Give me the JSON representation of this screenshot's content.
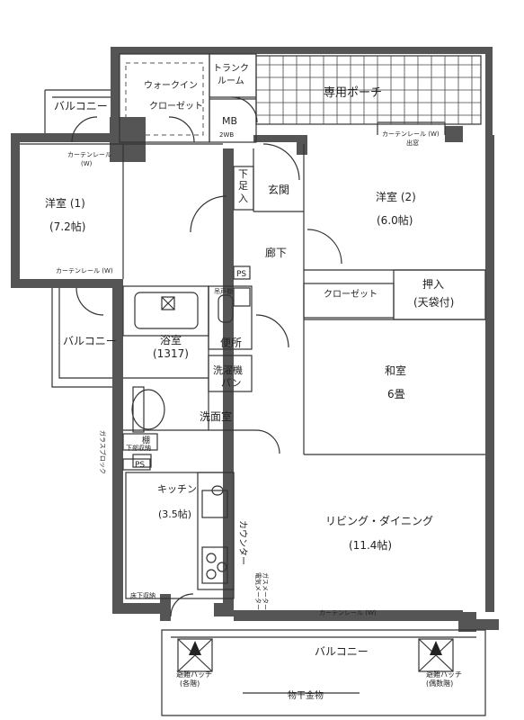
{
  "rooms": {
    "balcony_nw": "バルコニー",
    "walkin": [
      "ウォークイン",
      "クローゼット"
    ],
    "trunk": [
      "トランク",
      "ルーム"
    ],
    "mb": "MB",
    "porch": "専用ポーチ",
    "western1": [
      "洋室 (1)",
      "(7.2帖)"
    ],
    "shoebox": [
      "下",
      "足",
      "入"
    ],
    "entrance": "玄関",
    "western2": [
      "洋室 (2)",
      "(6.0帖)"
    ],
    "hallway": "廊下",
    "closet": "クローゼット",
    "oshiire": [
      "押入",
      "(天袋付)"
    ],
    "balcony_w": "バルコニー",
    "bath": [
      "浴室",
      "(1317)"
    ],
    "toilet": "便所",
    "washer": [
      "洗濯機",
      "パン"
    ],
    "washroom": "洗面室",
    "washitsu": [
      "和室",
      "6畳"
    ],
    "kitchen": [
      "キッチン",
      "(3.5帖)"
    ],
    "counter": "カウンター",
    "living": [
      "リビング・ダイニング",
      "(11.4帖)"
    ],
    "balcony_s": "バルコニー",
    "laundry": "物干金物"
  },
  "small_labels": {
    "curtain_rail_w": "カーテンレール (W)",
    "curtain_w1": "カーテンレール",
    "w1": "(W)",
    "curtain_w1b": "カーテンレール (W)",
    "curtain_w2": "カーテンレール (W)",
    "demado": "出窓",
    "ps1": "PS",
    "ps2": "PS",
    "glass_block": "ガラスブロック",
    "shelf1": "棚",
    "shelf2": "下部収納",
    "shelf3": "吊戸棚",
    "hatch1": [
      "避難ハッチ",
      "(各階)"
    ],
    "hatch2": [
      "避難ハッチ",
      "(偶数階)"
    ],
    "floor_storage": "床下収納",
    "swb": "2WB",
    "denki": "電気メーター",
    "gas": "ガスメーター"
  }
}
